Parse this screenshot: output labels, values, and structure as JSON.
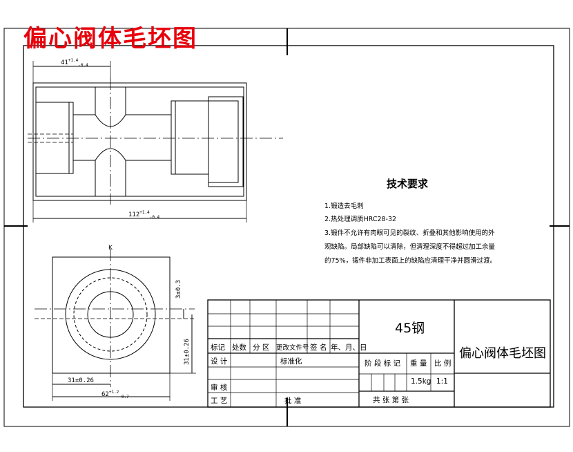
{
  "drawing_title": "偏心阀体毛坯图",
  "technical_requirements": {
    "heading": "技术要求",
    "items": [
      "1.锻造去毛刺",
      "2.热处理调质HRC28-32",
      "3.锻件不允许有肉眼可见的裂纹、折叠和其他影响使用的外",
      "观缺陷。局部缺陷可以清除，但清理深度不得超过加工余量",
      "的75%，锻件非加工表面上的缺陷应清理干净并圆滑过渡。"
    ]
  },
  "dimensions": {
    "top_width": "41",
    "top_width_tol_upper": "+1.4",
    "top_width_tol_lower": "-0.4",
    "length": "112",
    "length_tol_upper": "+1.4",
    "length_tol_lower": "-0.4",
    "side_half": "31±0.26",
    "side_total": "62",
    "side_total_tol_upper": "+1.2",
    "side_total_tol_lower": "-0.7",
    "height_offset": "3±0.3",
    "height_half": "31±0.26",
    "section_label": "K"
  },
  "title_block": {
    "material": "45钢",
    "drawing_name": "偏心阀体毛坯图",
    "revision_headers": [
      "标记",
      "处数",
      "分 区",
      "更改文件号",
      "签 名",
      "年、月、日"
    ],
    "design_label": "设 计",
    "standardization_label": "标准化",
    "review_label": "审 核",
    "process_label": "工 艺",
    "approve_label": "批 准",
    "stage_label": "阶 段 标 记",
    "weight_label": "重 量",
    "scale_label": "比 例",
    "weight_value": "1.5kg",
    "scale_value": "1:1",
    "sheets_label": "共    张    第    张"
  }
}
